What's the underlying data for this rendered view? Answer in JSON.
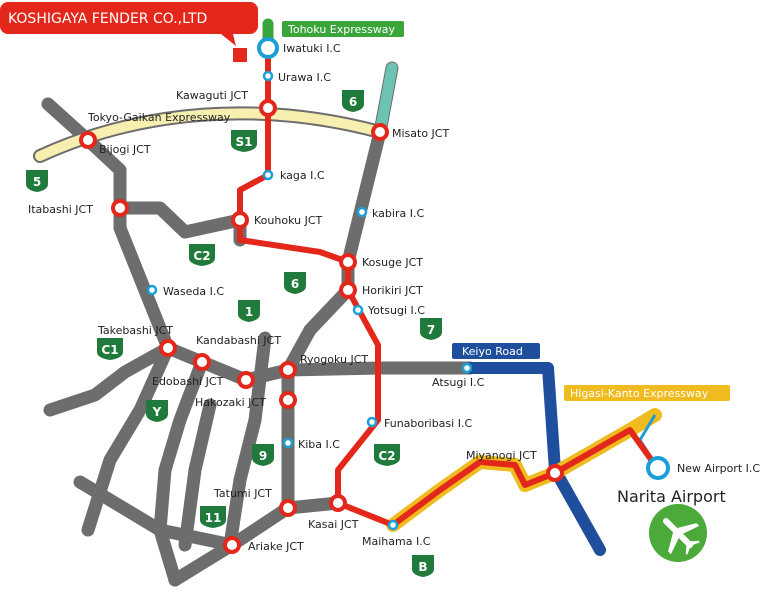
{
  "company": {
    "name": "KOSHIGAYA FENDER CO.,LTD"
  },
  "colors": {
    "route_red": "#e3271b",
    "road_gray": "#6d6d6d",
    "gaikan_yellow": "#f7efb0",
    "keiyo_blue": "#1f4f9c",
    "kanto_yellow": "#f0bb1f",
    "tohoku_green": "#3aa53a",
    "misato_teal": "#6cc3b3",
    "shield_green": "#1f7a3c",
    "ic_blue": "#1aa0d6",
    "airport_green": "#4caa3b"
  },
  "roads": {
    "tohoku": "Tohoku Expressway",
    "gaikan": "Tokyo-Gaikan Expressway",
    "keiyo": "Keiyo Road",
    "kanto": "Higasi-Kanto Expressway"
  },
  "places": {
    "iwatuki": "Iwatuki I.C",
    "urawa": "Urawa I.C",
    "kawaguti": "Kawaguti JCT",
    "misato": "Misato JCT",
    "bijogi": "Bijogi JCT",
    "kaga": "kaga I.C",
    "itabashi": "Itabashi JCT",
    "kouhoku": "Kouhoku JCT",
    "kabira": "kabira I.C",
    "kosuge": "Kosuge JCT",
    "horikiri": "Horikiri JCT",
    "waseda": "Waseda I.C",
    "yotsugi": "Yotsugi I.C",
    "takebashi": "Takebashi JCT",
    "kandabashi": "Kandabashi JCT",
    "ryogoku": "Ryogoku JCT",
    "edobashi": "Edobashi JCT",
    "atsugi": "Atsugi I.C",
    "hakozaki": "Hakozaki JCT",
    "funaboribasi": "Funaboribasi I.C",
    "kiba": "Kiba I.C",
    "miyanogi": "Miyanogi JCT",
    "new_airport": "New Airport I.C",
    "narita": "Narita Airport",
    "tatumi": "Tatumi JCT",
    "kasai": "Kasai JCT",
    "maihama": "Maihama I.C",
    "ariake": "Ariake JCT"
  },
  "shields": {
    "s6a": "6",
    "s5": "5",
    "sS1": "S1",
    "sC2a": "C2",
    "s6b": "6",
    "s1": "1",
    "s7": "7",
    "sC1": "C1",
    "sY": "Y",
    "s9": "9",
    "sC2b": "C2",
    "s11": "11",
    "sB": "B"
  }
}
